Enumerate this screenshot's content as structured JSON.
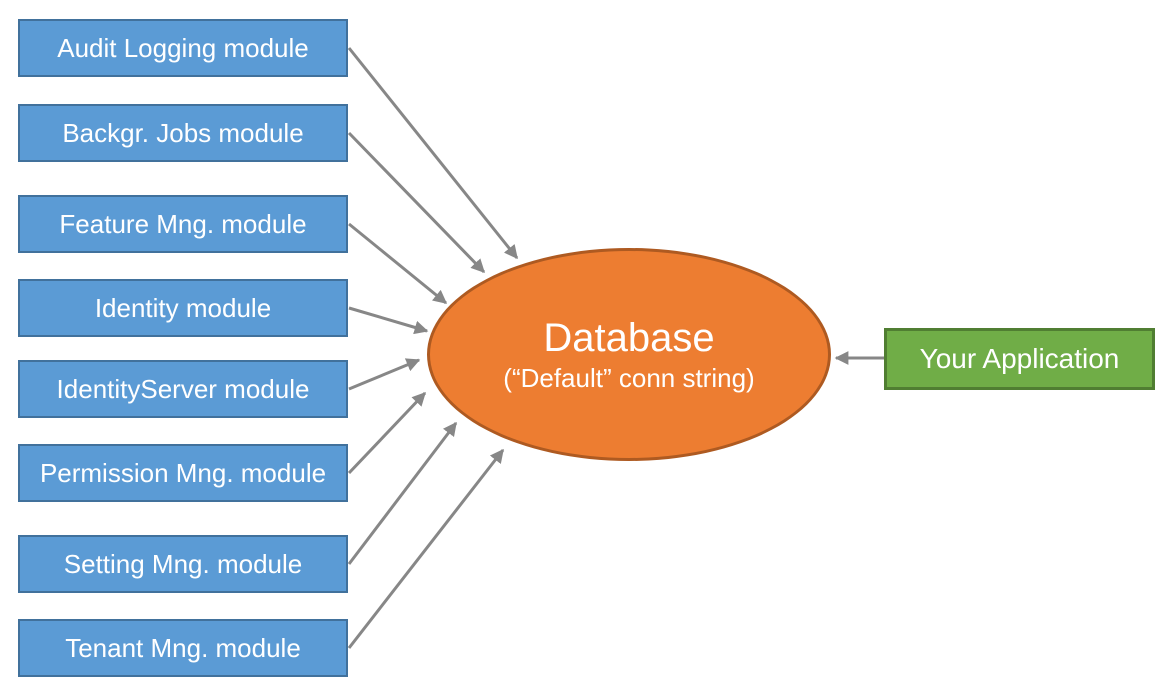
{
  "diagram": {
    "modules": [
      {
        "label": "Audit Logging module"
      },
      {
        "label": "Backgr. Jobs module"
      },
      {
        "label": "Feature Mng. module"
      },
      {
        "label": "Identity module"
      },
      {
        "label": "IdentityServer module"
      },
      {
        "label": "Permission Mng. module"
      },
      {
        "label": "Setting Mng. module"
      },
      {
        "label": "Tenant Mng. module"
      }
    ],
    "database": {
      "title": "Database",
      "subtitle": "(“Default” conn string)"
    },
    "application": {
      "label": "Your Application"
    }
  },
  "colors": {
    "module_fill": "#5B9BD5",
    "module_border": "#41719C",
    "database_fill": "#ED7D31",
    "database_border": "#AE5A21",
    "app_fill": "#70AD47",
    "app_border": "#507E32",
    "arrow": "#878787",
    "text": "#FFFFFF"
  }
}
